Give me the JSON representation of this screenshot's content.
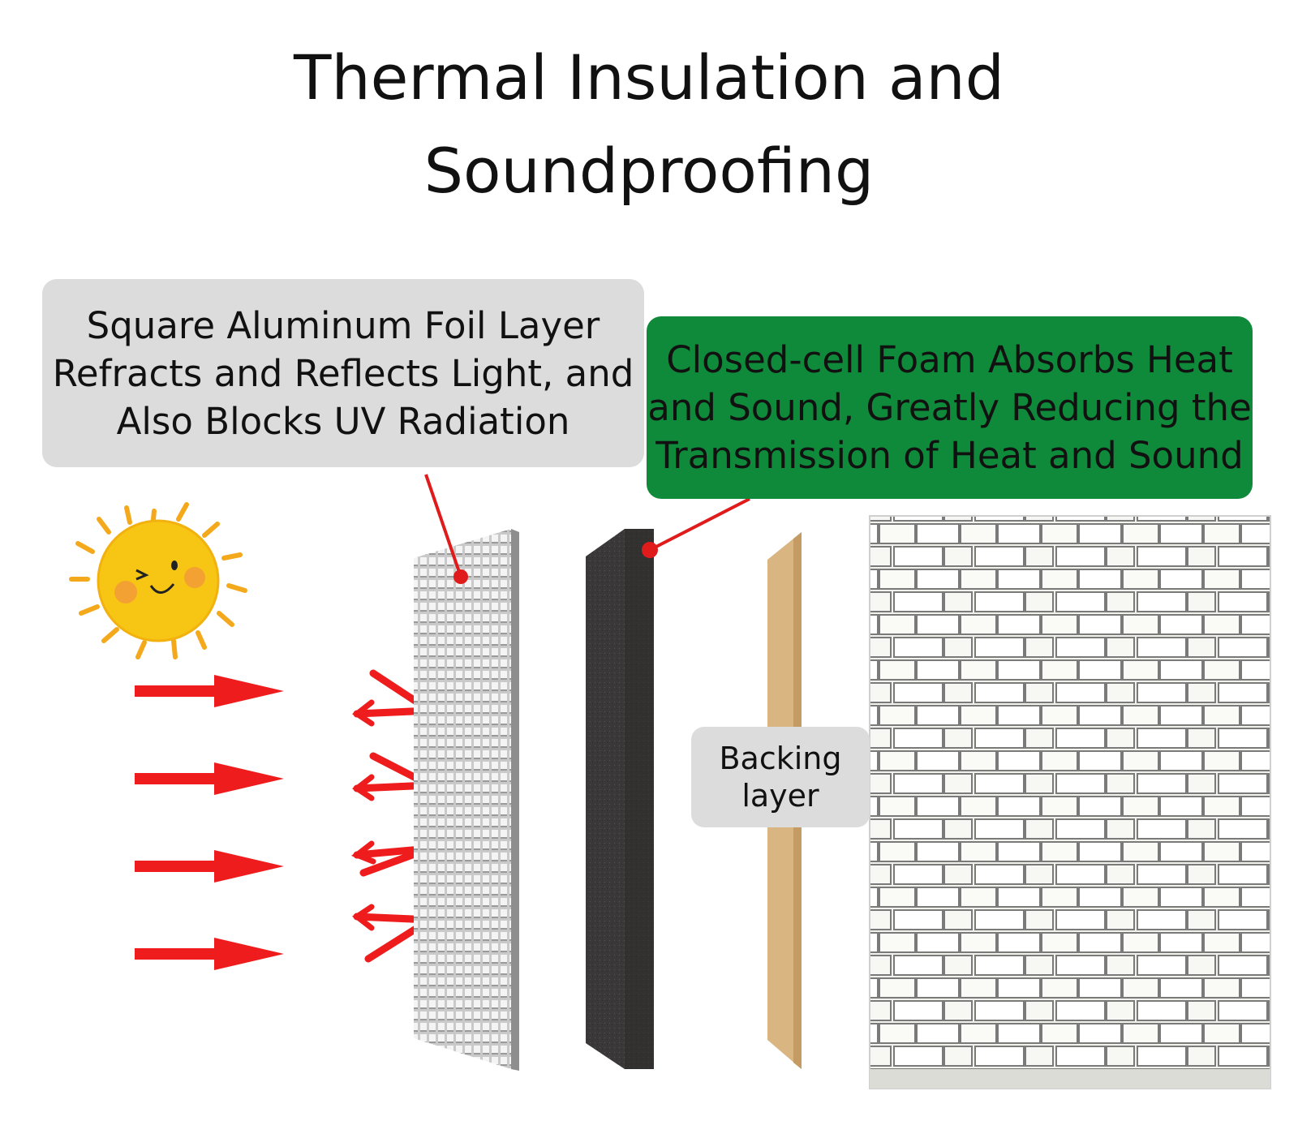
{
  "title": {
    "line1": "Thermal Insulation and",
    "line2": "Soundproofing"
  },
  "labels": {
    "foil": {
      "line1": "Square Aluminum Foil Layer",
      "line2": "Refracts and Reflects Light, and",
      "line3": "Also Blocks UV Radiation"
    },
    "foam": {
      "line1": "Closed-cell Foam Absorbs Heat",
      "line2": "and Sound, Greatly Reducing the",
      "line3": "Transmission of Heat and Sound"
    },
    "backing": {
      "line1": "Backing",
      "line2": "layer"
    }
  },
  "colors": {
    "arrow": "#ee1c1c",
    "foam_label_bg": "#0f8a3a",
    "label_bg": "#dcdcdc",
    "sun": "#f7c614"
  },
  "icons": {
    "sun": "smiling-sun-icon",
    "incoming_arrows": "right-arrow-icon",
    "reflected_arrows": "reflect-arrow-icon"
  }
}
